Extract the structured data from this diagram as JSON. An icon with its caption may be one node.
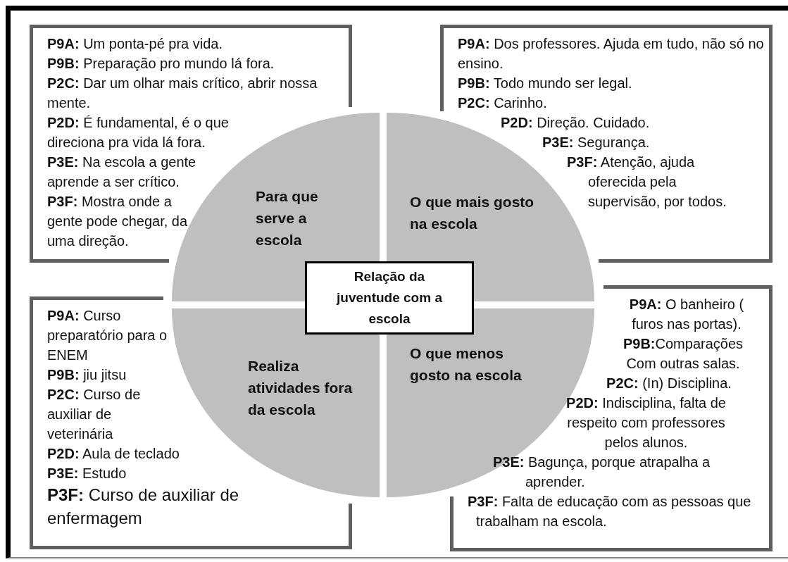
{
  "diagram": {
    "nodes": [
      {
        "text": [
          "**P9A:** Um ponta-pé pra vida.",
          "**P9B:** Preparação pro mundo lá fora.",
          "**P2C:** Dar um olhar mais crítico, abrir nossa mente.",
          "**P2D:** É fundamental, é o que direciona pra vida lá fora.",
          "**P3E:** Na escola a gente aprende a ser crítico.",
          "**P3F:** Mostra onde a gente pode chegar, da uma direção."
        ]
      },
      {
        "text": [
          "**P9A:** Dos professores. Ajuda em tudo, não só no ensino.",
          "**P9B:** Todo mundo ser legal.",
          "**P2C:** Carinho.",
          "**P2D:** Direção. Cuidado.",
          "**P3E:** Segurança.",
          "**P3F:** Atenção, ajuda oferecida pela supervisão, por todos."
        ]
      },
      {
        "text": [
          "Para que serve a escola"
        ]
      },
      {
        "text": [
          "O que mais gosto na escola"
        ]
      },
      {
        "text": [
          "Relação da juventude com a escola"
        ]
      },
      {
        "text": [
          "Realiza atividades fora da escola"
        ]
      },
      {
        "text": [
          "O que menos gosto na escola"
        ]
      },
      {
        "text": [
          "**P9A:** Curso preparatório para o ENEM",
          "**P9B:** jiu jitsu",
          "**P2C:** Curso de auxiliar de veterinária",
          "**P2D:** Aula de teclado",
          "**P3E:** Estudo",
          "**P3F:** Curso de auxiliar de enfermagem"
        ]
      },
      {
        "text": [
          "**P9A:** O banheiro ( furos nas portas).",
          "**P9B:**Comparações Com outras salas.",
          "**P2C:** (In) Disciplina.",
          "**P2D:** Indisciplina, falta de respeito com professores pelos alunos.",
          "**P3E:** Bagunça, porque atrapalha a aprender.",
          "**P3F:** Falta de educação com as pessoas que trabalham na escola."
        ]
      }
    ],
    "edges": []
  }
}
